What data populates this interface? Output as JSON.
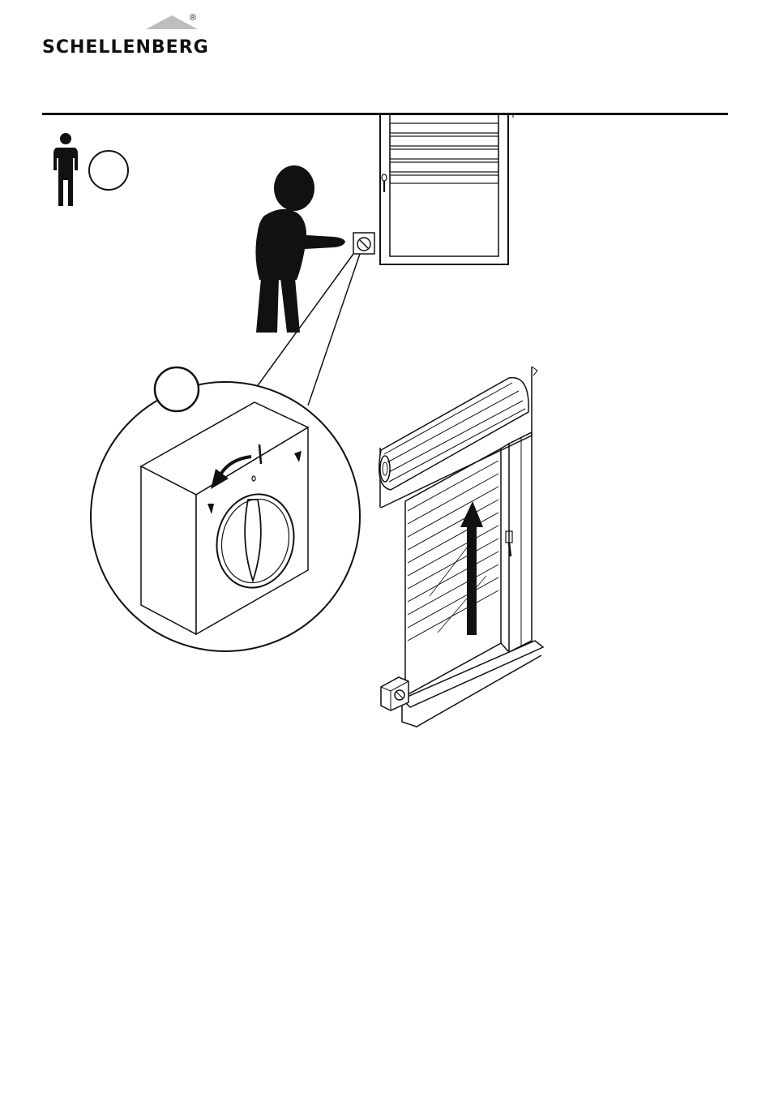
{
  "header": {
    "brand": "SCHELLENBERG",
    "registered_mark": "®"
  },
  "icons": [
    "person-icon",
    "count-circle-icon",
    "user-at-switch-illustration",
    "window-shutter-icon",
    "detail-magnifier-circle",
    "rotary-switch-detail",
    "counterclockwise-arrow-icon",
    "shutter-installation-illustration",
    "up-arrow-icon"
  ],
  "colors": {
    "ink": "#111111",
    "paper": "#ffffff"
  }
}
